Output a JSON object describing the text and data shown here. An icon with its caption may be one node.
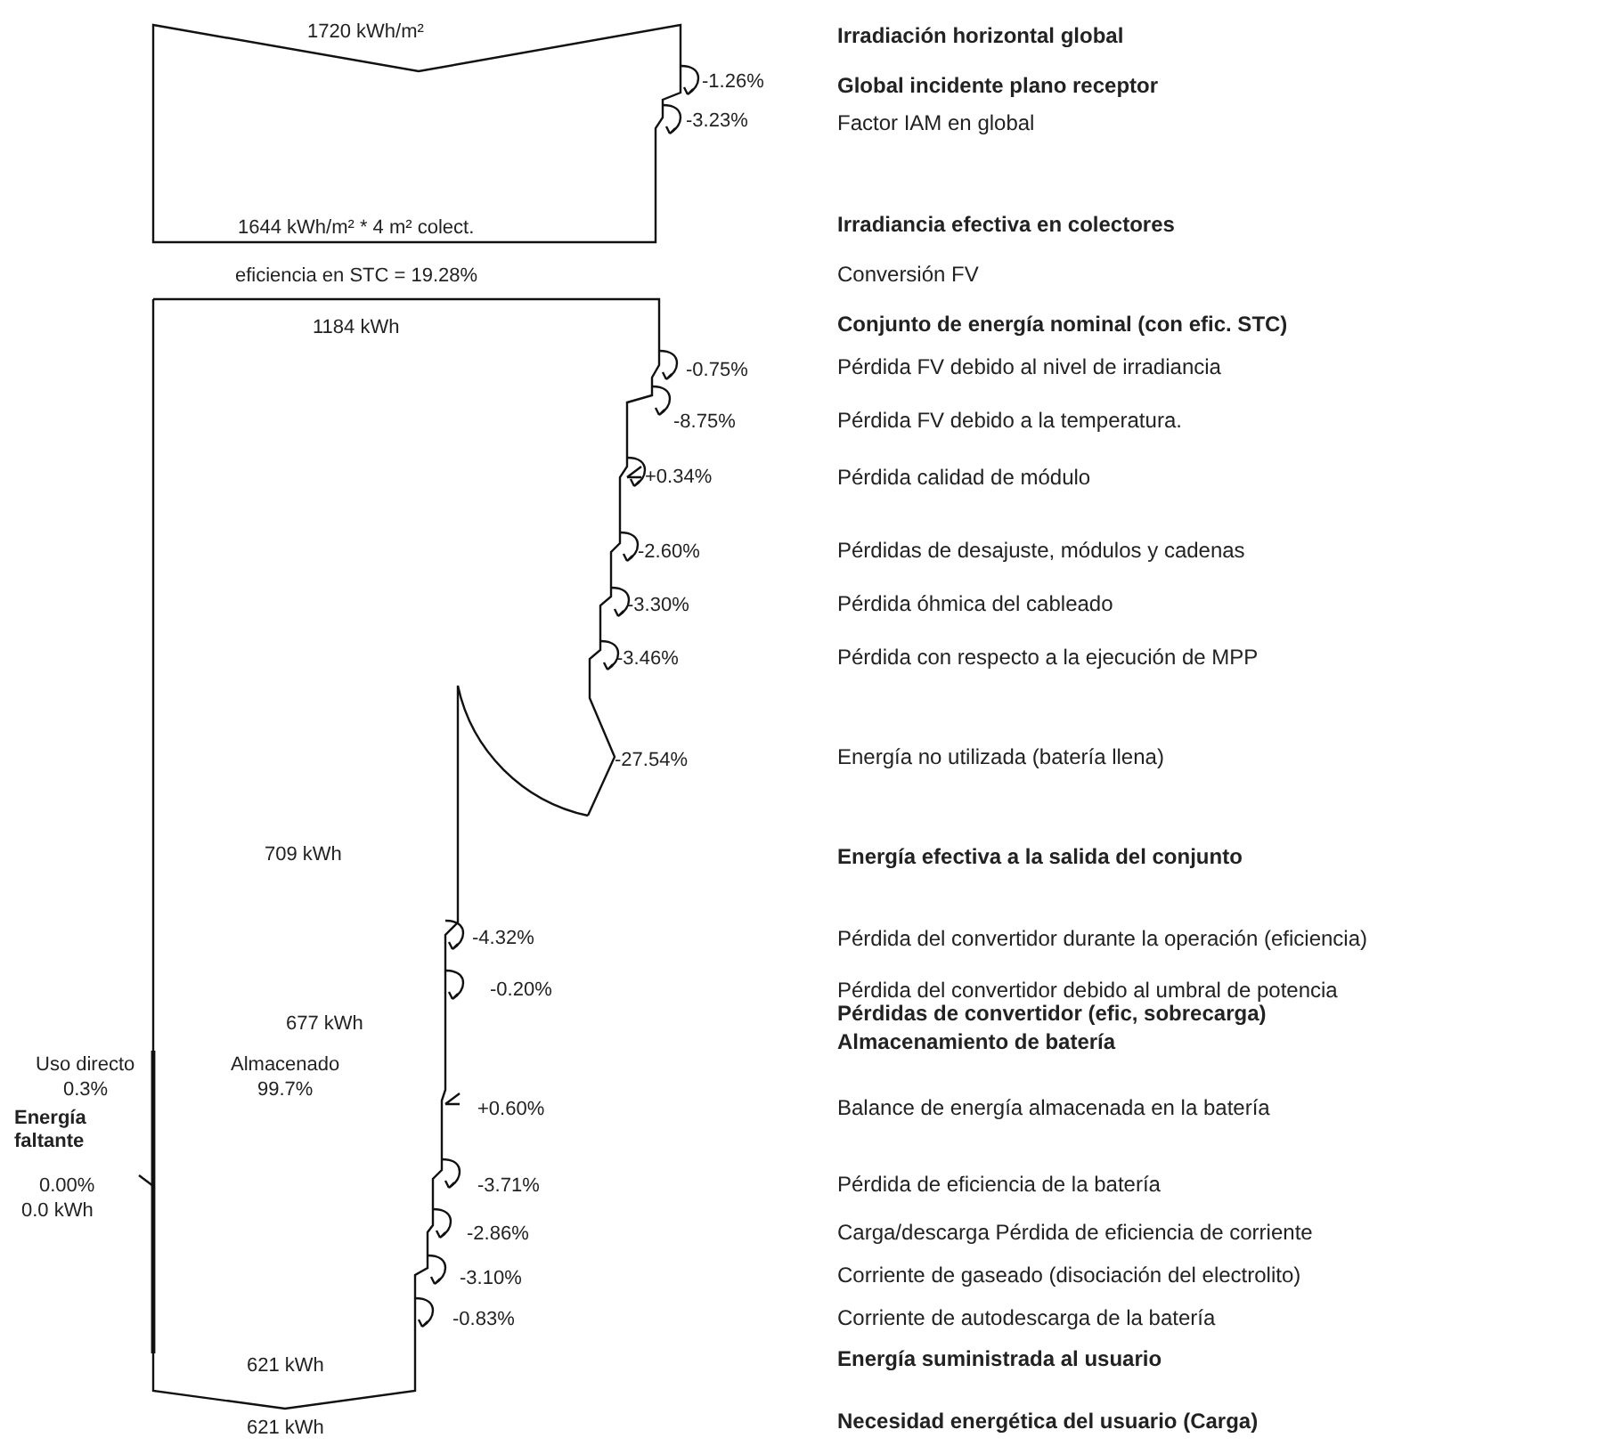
{
  "diagram": {
    "labels": [
      "1720 kWh/m²",
      "Irradiación horizontal global",
      "-1.26%",
      "Global incidente plano receptor",
      "-3.23%",
      "Factor IAM en global",
      "1644 kWh/m² * 4 m² colect.",
      "Irradiancia efectiva en colectores",
      "eficiencia en STC = 19.28%",
      "Conversión FV",
      "1184 kWh",
      "Conjunto de energía nominal (con efic. STC)",
      "-0.75%",
      "Pérdida FV debido al nivel de irradiancia",
      "-8.75%",
      "Pérdida FV debido a la temperatura.",
      "+0.34%",
      "Pérdida calidad de módulo",
      "-2.60%",
      "Pérdidas de desajuste, módulos y cadenas",
      "-3.30%",
      "Pérdida óhmica del cableado",
      "-3.46%",
      "Pérdida con respecto a la ejecución de MPP",
      "-27.54%",
      "Energía no utilizada (batería llena)",
      "709 kWh",
      "Energía efectiva a la salida del conjunto",
      "-4.32%",
      "Pérdida del convertidor durante la operación (eficiencia)",
      "-0.20%",
      "Pérdida del convertidor debido al umbral de potencia",
      "677 kWh",
      "Pérdidas de convertidor (efic, sobrecarga)",
      "Uso directo",
      "Almacenado",
      "Almacenamiento de batería",
      "0.3%",
      "99.7%",
      "Energía faltante",
      "+0.60%",
      "Balance de energía almacenada en la batería",
      "0.00%",
      "0.0 kWh",
      "-3.71%",
      "Pérdida de eficiencia de la batería",
      "-2.86%",
      "Carga/descarga Pérdida de eficiencia de corriente",
      "-3.10%",
      "Corriente de gaseado (disociación del electrolito)",
      "-0.83%",
      "Corriente de autodescarga de la batería",
      "621 kWh",
      "Energía suministrada al usuario",
      "621 kWh",
      "Necesidad energética del usuario (Carga)"
    ]
  }
}
